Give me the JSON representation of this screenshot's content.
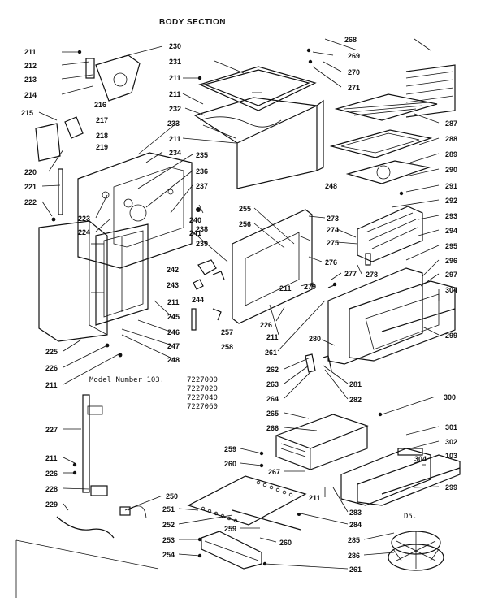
{
  "title": "BODY SECTION",
  "corner_mark": "D5.",
  "model": {
    "label": "Model Number 103.",
    "numbers": [
      "7227000",
      "7227020",
      "7227040",
      "7227060"
    ]
  },
  "callouts": {
    "c211a": "211",
    "c212": "212",
    "c213": "213",
    "c214": "214",
    "c215": "215",
    "c216": "216",
    "c217": "217",
    "c218": "218",
    "c219": "219",
    "c220": "220",
    "c221": "221",
    "c222": "222",
    "c223": "223",
    "c224": "224",
    "c225": "225",
    "c226a": "226",
    "c211b": "211",
    "c227": "227",
    "c211c": "211",
    "c226b": "226",
    "c228": "228",
    "c229": "229",
    "c230": "230",
    "c231": "231",
    "c211d": "211",
    "c211e": "211",
    "c232": "232",
    "c233": "233",
    "c211f": "211",
    "c234": "234",
    "c235": "235",
    "c236": "236",
    "c237": "237",
    "c238": "238",
    "c239": "239",
    "c240": "240",
    "c241": "241",
    "c242": "242",
    "c243": "243",
    "c244": "244",
    "c211g": "211",
    "c245": "245",
    "c246": "246",
    "c247": "247",
    "c248a": "248",
    "c257": "257",
    "c258": "258",
    "c268": "268",
    "c269": "269",
    "c270": "270",
    "c271": "271",
    "c287": "287",
    "c288": "288",
    "c289": "289",
    "c290": "290",
    "c291": "291",
    "c248b": "248",
    "c292": "292",
    "c293": "293",
    "c294": "294",
    "c255": "255",
    "c256": "256",
    "c273": "273",
    "c274": "274",
    "c275": "275",
    "c276": "276",
    "c277": "277",
    "c278": "278",
    "c279": "279",
    "c211h": "211",
    "c226c": "226",
    "c211i": "211",
    "c295": "295",
    "c296": "296",
    "c297": "297",
    "c304a": "304",
    "c299a": "299",
    "c280": "280",
    "c261a": "261",
    "c262": "262",
    "c263": "263",
    "c264": "264",
    "c281": "281",
    "c282": "282",
    "c300": "300",
    "c265": "265",
    "c266": "266",
    "c301": "301",
    "c302": "302",
    "c103": "103",
    "c304b": "304",
    "c259a": "259",
    "c260a": "260",
    "c267": "267",
    "c211j": "211",
    "c299b": "299",
    "c283": "283",
    "c250": "250",
    "c251": "251",
    "c252": "252",
    "c284": "284",
    "c259b": "259",
    "c253": "253",
    "c260b": "260",
    "c254": "254",
    "c261b": "261",
    "c285": "285",
    "c286": "286"
  }
}
